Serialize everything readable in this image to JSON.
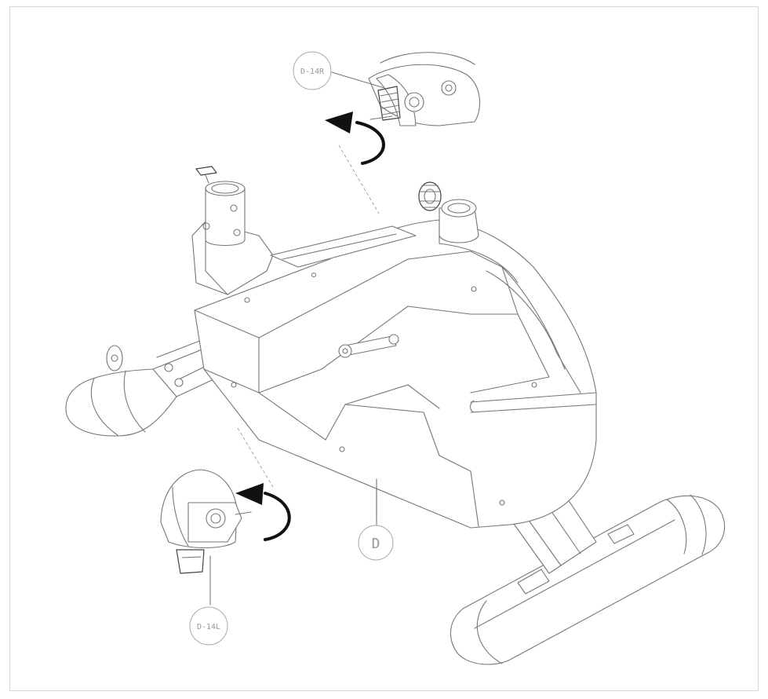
{
  "callouts": {
    "right_pedal": "D-14R",
    "left_pedal": "D-14L",
    "main_frame": "D"
  },
  "icons": [
    "curved-arrow-icon",
    "curved-arrow-icon"
  ],
  "colors": {
    "line": "#777777",
    "arrow": "#111111",
    "background": "#ffffff"
  }
}
